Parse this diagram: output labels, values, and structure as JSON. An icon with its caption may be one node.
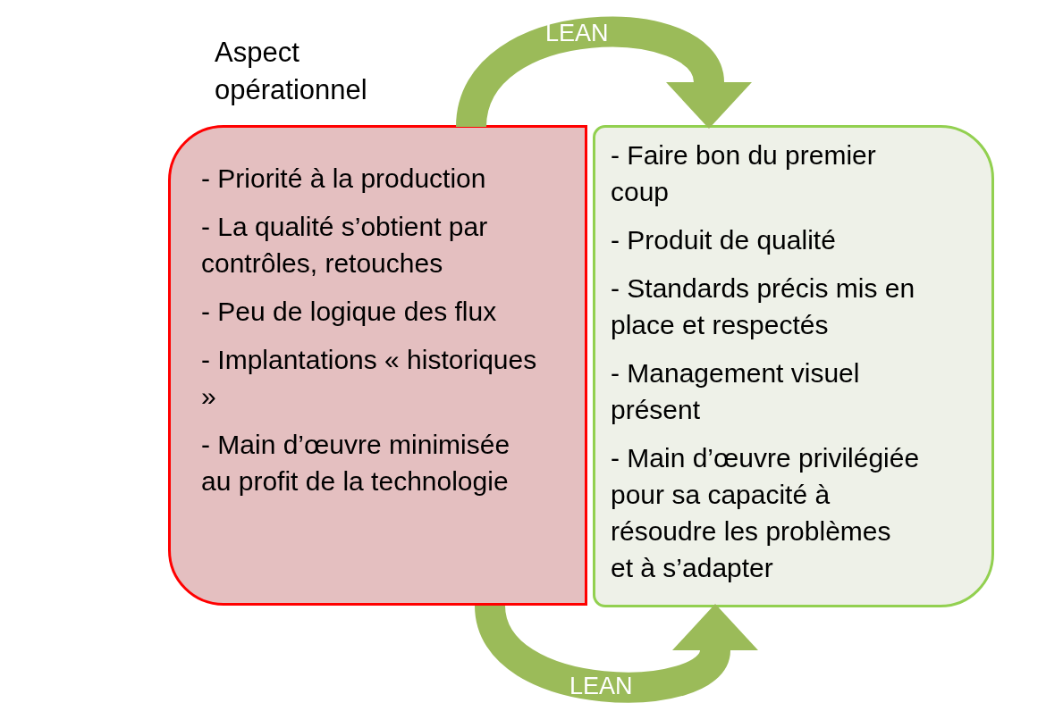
{
  "diagram": {
    "title": "Aspect opérationnel",
    "nodes": [
      {
        "text": [
          "- Priorité à la production",
          "- La qualité s’obtient par contrôles, retouches",
          "- Peu de logique des flux",
          "- Implantations « historiques »",
          "- Main d’œuvre minimisée au profit de la technologie"
        ]
      },
      {
        "text": [
          "- Faire bon du premier coup",
          "- Produit de qualité",
          "- Standards précis mis en place et respectés",
          "- Management visuel présent",
          "- Main d’œuvre privilégiée pour sa capacité à résoudre les problèmes et à s’adapter"
        ]
      }
    ],
    "edges": [
      {
        "from": 0,
        "to": 1,
        "arrow": "to",
        "label": "LEAN"
      },
      {
        "from": 0,
        "to": 1,
        "arrow": "to",
        "label": "LEAN"
      }
    ]
  }
}
